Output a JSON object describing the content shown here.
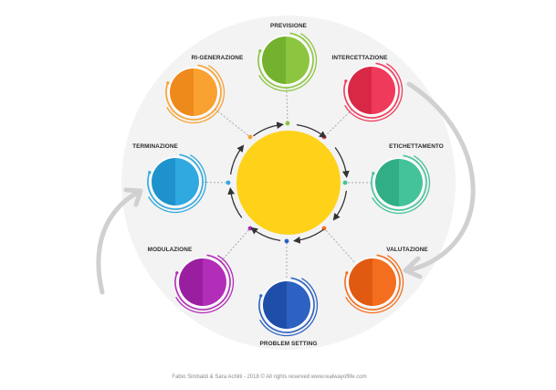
{
  "diagram": {
    "background_color": "#f3f3f3",
    "hub_color": "#ffd21a",
    "nodes": [
      {
        "label": "PREVISIONE",
        "color_light": "#8cc640",
        "color_dark": "#74b12e",
        "icon": "swirl-circle-icon"
      },
      {
        "label": "INTERCETTAZIONE",
        "color_light": "#f03a5c",
        "color_dark": "#d82846",
        "icon": "swirl-circle-icon"
      },
      {
        "label": "ETICHETTAMENTO",
        "color_light": "#44c39b",
        "color_dark": "#31ae86",
        "icon": "swirl-circle-icon"
      },
      {
        "label": "VALUTAZIONE",
        "color_light": "#f36f1f",
        "color_dark": "#e05a12",
        "icon": "swirl-circle-icon"
      },
      {
        "label": "PROBLEM SETTING",
        "color_light": "#2d62c2",
        "color_dark": "#1e4ea8",
        "icon": "swirl-circle-icon"
      },
      {
        "label": "MODULAZIONE",
        "color_light": "#b22db8",
        "color_dark": "#9a1fa0",
        "icon": "swirl-circle-icon"
      },
      {
        "label": "TERMINAZIONE",
        "color_light": "#30a8e0",
        "color_dark": "#1e92cc",
        "icon": "swirl-circle-icon"
      },
      {
        "label": "RI-GENERAZIONE",
        "color_light": "#f9a131",
        "color_dark": "#ee8a1c",
        "icon": "swirl-circle-icon"
      }
    ]
  },
  "footer": {
    "text": "Fabio Simbaldi & Sara Achilli - 2018 © All rights reserved www.realwayoflife.com"
  }
}
